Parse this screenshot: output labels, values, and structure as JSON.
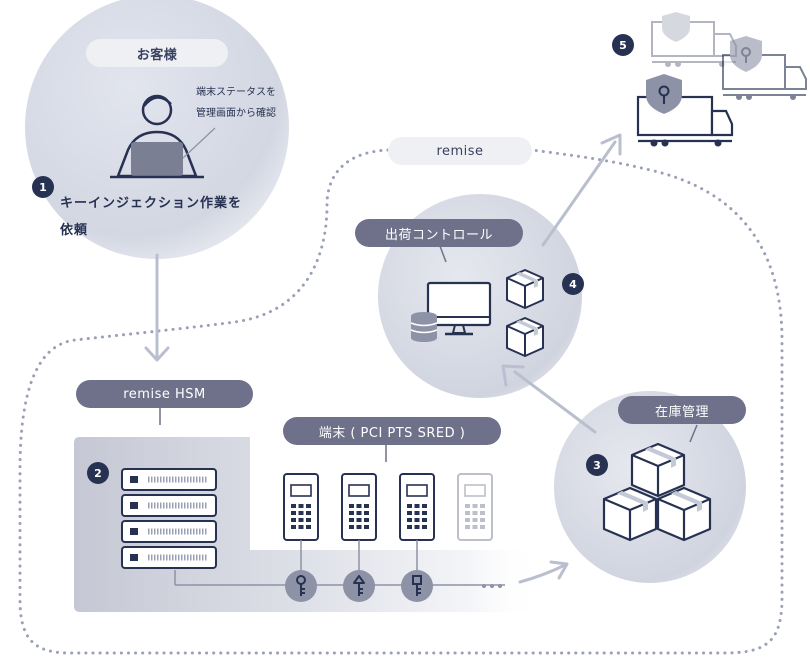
{
  "labels": {
    "customer": "お客様",
    "terminal_status_line1": "端末ステータスを",
    "terminal_status_line2": "管理画面から確認",
    "key_injection_line1": "キーインジェクション作業を",
    "key_injection_line2": "依頼",
    "remise": "remise",
    "hsm": "remise HSM",
    "terminal": "端末 ( PCI PTS SRED )",
    "shipping": "出荷コントロール",
    "inventory": "在庫管理"
  },
  "steps": [
    "1",
    "2",
    "3",
    "4",
    "5"
  ],
  "icons": {
    "customer": "person-laptop-icon",
    "hsm": "server-rack-icon",
    "terminal": "payment-terminal-icon",
    "key": "key-icon",
    "shipping": "monitor-database-icon",
    "boxes": "box-icon",
    "truck": "shield-truck-icon"
  },
  "colors": {
    "navy": "#273252",
    "pill_dark": "#6e7189",
    "pill_light": "#eef0f4",
    "dotted": "#9aa1b4",
    "arrow": "#b9bfce"
  }
}
